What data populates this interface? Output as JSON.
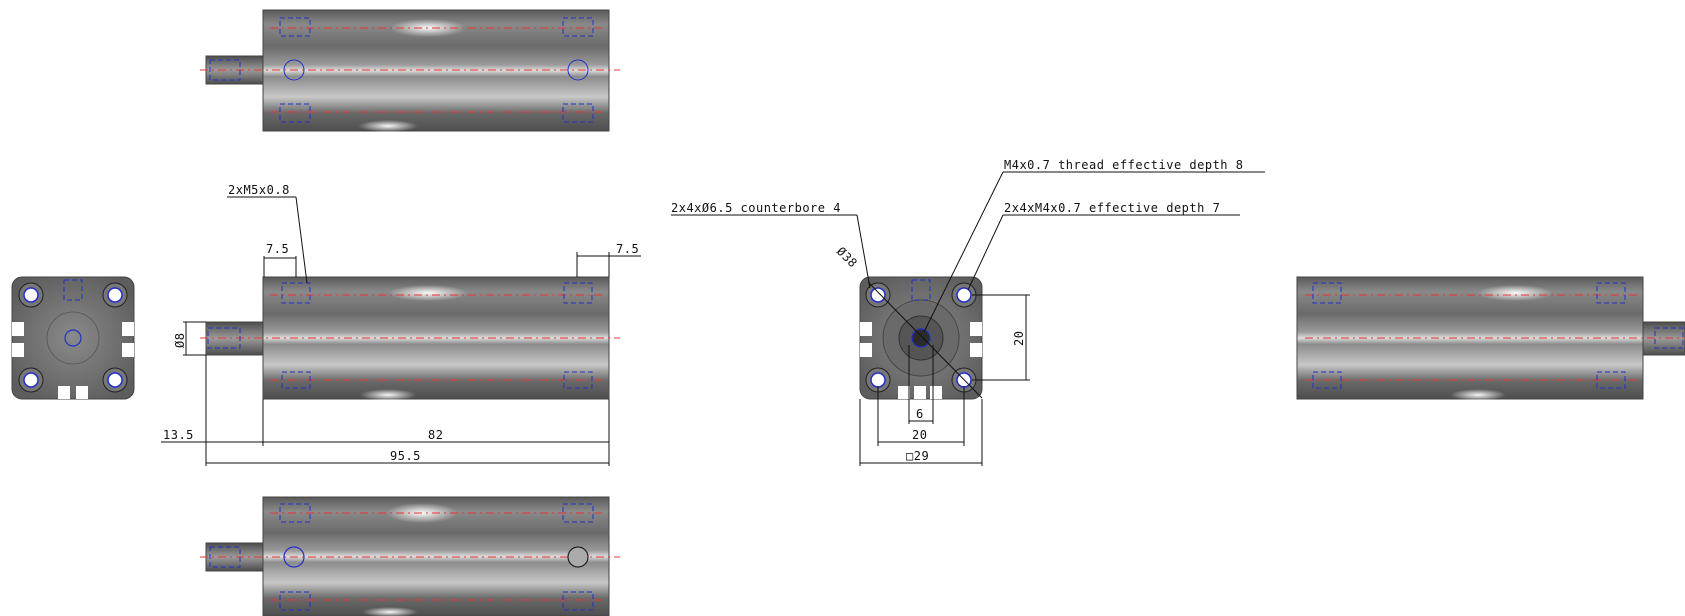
{
  "labels": {
    "port_thread": "2xM5x0.8",
    "dim_left_port_offset": "7.5",
    "dim_right_port_offset": "7.5",
    "dim_rod_diameter": "Ø8",
    "dim_rod_length": "13.5",
    "dim_body_length": "82",
    "dim_overall_length": "95.5",
    "counterbore": "2x4xØ6.5 counterbore 4",
    "rod_thread": "M4x0.7 thread effective depth 8",
    "mount_thread": "2x4xM4x0.7 effective depth 7",
    "dim_bolt_circle": "Ø38",
    "dim_vertical_pitch": "20",
    "dim_flats": "6",
    "dim_horizontal_pitch": "20",
    "dim_square": "□29"
  },
  "colors": {
    "body": "#6e6e6e",
    "centerline": "#e33333",
    "hidden_line": "#2230c8",
    "dimension": "#111111"
  }
}
